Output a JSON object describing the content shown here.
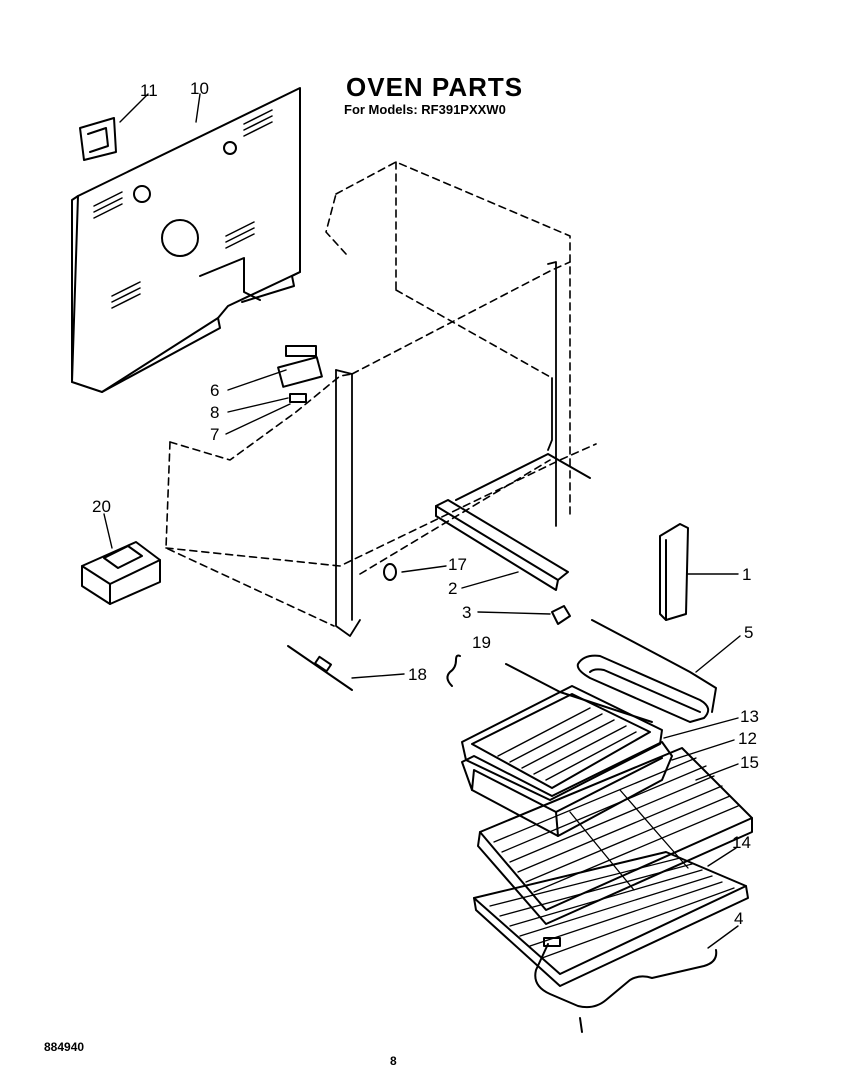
{
  "header": {
    "title": "OVEN PARTS",
    "subtitle": "For Models: RF391PXXW0"
  },
  "callouts": [
    "1",
    "2",
    "3",
    "4",
    "5",
    "6",
    "7",
    "8",
    "10",
    "11",
    "12",
    "13",
    "14",
    "15",
    "17",
    "18",
    "19",
    "20"
  ],
  "footer": {
    "code": "884940",
    "page": "8"
  }
}
